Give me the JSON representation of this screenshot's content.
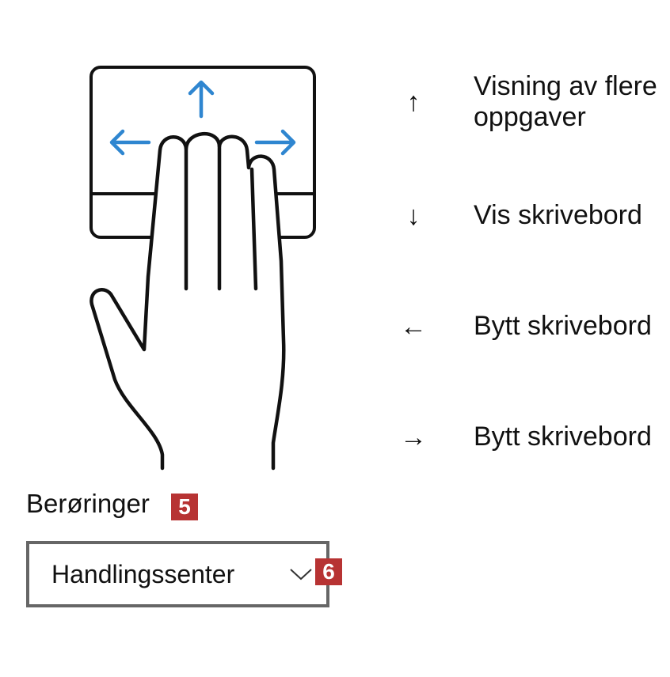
{
  "gestures": [
    {
      "direction_icon": "arrow-up-icon",
      "glyph": "↑",
      "label": "Visning av flere oppgaver"
    },
    {
      "direction_icon": "arrow-down-icon",
      "glyph": "↓",
      "label": "Vis skrivebord"
    },
    {
      "direction_icon": "arrow-left-icon",
      "glyph": "←",
      "label": "Bytt skrivebord"
    },
    {
      "direction_icon": "arrow-right-icon",
      "glyph": "→",
      "label": "Bytt skrivebord"
    }
  ],
  "taps": {
    "label": "Berøringer",
    "badge": "5",
    "dropdown_value": "Handlingssenter",
    "dropdown_badge": "6"
  },
  "colors": {
    "accent_arrow": "#2f86d0",
    "badge": "#b73333"
  }
}
